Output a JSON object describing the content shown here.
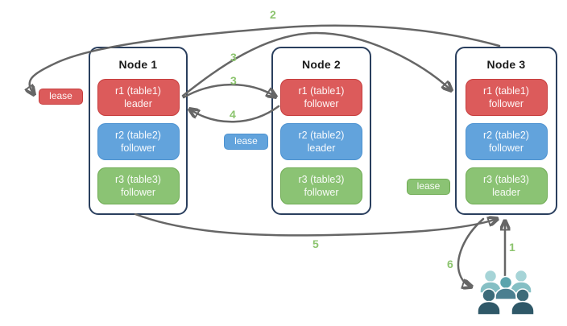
{
  "diagram": {
    "nodes": [
      {
        "title": "Node 1",
        "replicas": [
          {
            "name": "r1 (table1)",
            "role": "leader",
            "color": "red"
          },
          {
            "name": "r2 (table2)",
            "role": "follower",
            "color": "blue"
          },
          {
            "name": "r3 (table3)",
            "role": "follower",
            "color": "green"
          }
        ]
      },
      {
        "title": "Node 2",
        "replicas": [
          {
            "name": "r1 (table1)",
            "role": "follower",
            "color": "red"
          },
          {
            "name": "r2 (table2)",
            "role": "leader",
            "color": "blue"
          },
          {
            "name": "r3 (table3)",
            "role": "follower",
            "color": "green"
          }
        ]
      },
      {
        "title": "Node 3",
        "replicas": [
          {
            "name": "r1 (table1)",
            "role": "follower",
            "color": "red"
          },
          {
            "name": "r2 (table2)",
            "role": "follower",
            "color": "blue"
          },
          {
            "name": "r3 (table3)",
            "role": "leader",
            "color": "green"
          }
        ]
      }
    ],
    "leases": [
      {
        "label": "lease",
        "color": "red"
      },
      {
        "label": "lease",
        "color": "blue"
      },
      {
        "label": "lease",
        "color": "green"
      }
    ],
    "steps": {
      "s1": "1",
      "s2": "2",
      "s3": "3",
      "s4": "4",
      "s5": "5",
      "s6": "6"
    },
    "flows": [
      {
        "step": "1",
        "from": "users group",
        "to": "Node 3 (r3 leader)"
      },
      {
        "step": "2",
        "from": "Node 3 top",
        "to": "red lease at Node 1"
      },
      {
        "step": "3",
        "from": "Node 1 r1 leader",
        "to": "Node 3 r1 follower"
      },
      {
        "step": "3",
        "from": "Node 1 r1 leader",
        "to": "Node 2 r1 follower"
      },
      {
        "step": "4",
        "from": "Node 2 r1 follower",
        "to": "Node 1 r1 leader"
      },
      {
        "step": "5",
        "from": "Node 1 bottom",
        "to": "Node 3 (r3 leader)"
      },
      {
        "step": "6",
        "from": "Node 3 r3 leader",
        "to": "users group"
      }
    ],
    "colors": {
      "node_border": "#2a3f5e",
      "red_fill": "#dc5b5b",
      "red_border": "#c63d3d",
      "blue_fill": "#62a3dc",
      "blue_border": "#4d92d0",
      "green_fill": "#8bc374",
      "green_border": "#6fab54",
      "step_label": "#8cc46e",
      "arrow": "#666666"
    },
    "users_icon": {
      "name": "users-group-icon",
      "palette": [
        "#a6d4d7",
        "#85bfc4",
        "#5ba4ad",
        "#4b7f90",
        "#3c6b79",
        "#2f5868"
      ]
    }
  }
}
